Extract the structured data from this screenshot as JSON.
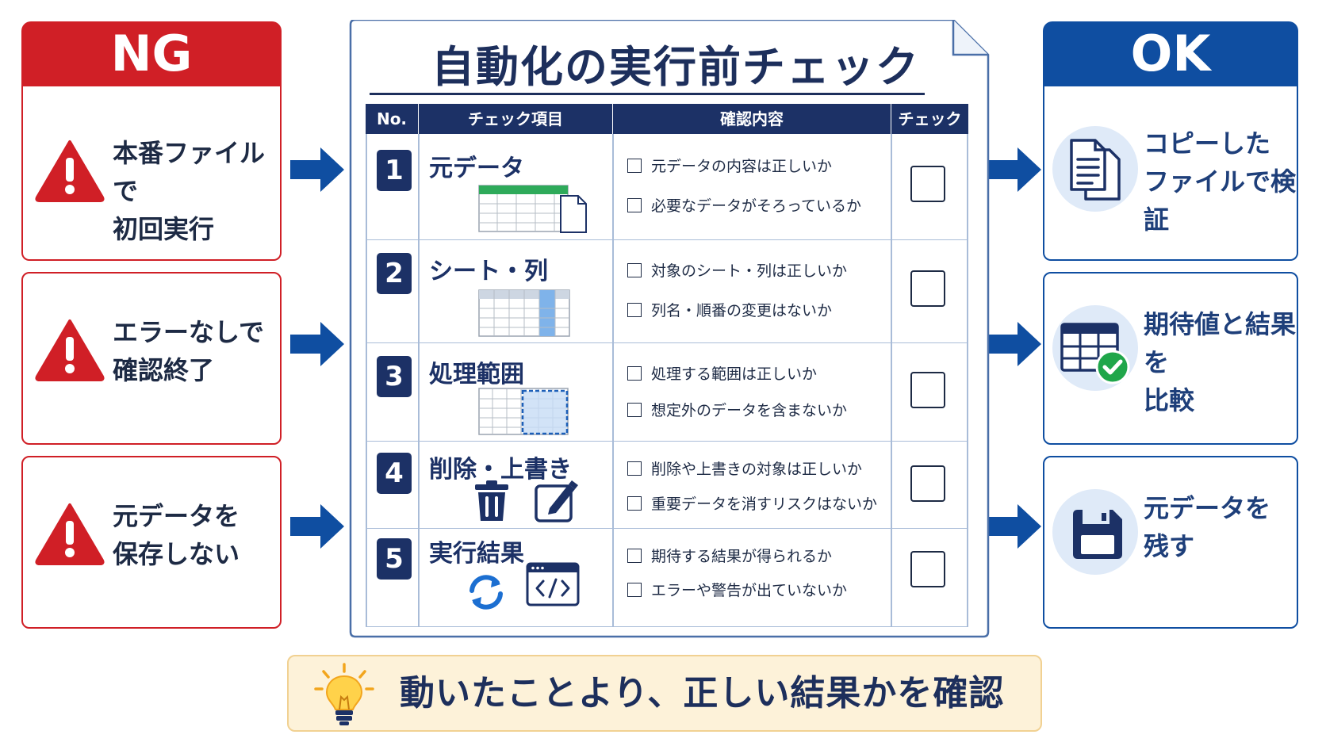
{
  "ng": {
    "header": "NG",
    "items": [
      {
        "text": "本番ファイルで\n初回実行"
      },
      {
        "text": "エラーなしで\n確認終了"
      },
      {
        "text": "元データを\n保存しない"
      }
    ]
  },
  "ok": {
    "header": "OK",
    "items": [
      {
        "text": "コピーした\nファイルで検証",
        "icon": "copy-files-icon"
      },
      {
        "text": "期待値と結果を\n比較",
        "icon": "table-check-icon"
      },
      {
        "text": "元データを\n残す",
        "icon": "save-icon"
      }
    ]
  },
  "checklist": {
    "title": "自動化の実行前チェック",
    "columns": [
      "No.",
      "チェック項目",
      "確認内容",
      "チェック"
    ],
    "rows": [
      {
        "no": "1",
        "label": "元データ",
        "checks": [
          "元データの内容は正しいか",
          "必要なデータがそろっているか"
        ]
      },
      {
        "no": "2",
        "label": "シート・列",
        "checks": [
          "対象のシート・列は正しいか",
          "列名・順番の変更はないか"
        ]
      },
      {
        "no": "3",
        "label": "処理範囲",
        "checks": [
          "処理する範囲は正しいか",
          "想定外のデータを含まないか"
        ]
      },
      {
        "no": "4",
        "label": "削除・上書き",
        "checks": [
          "削除や上書きの対象は正しいか",
          "重要データを消すリスクはないか"
        ]
      },
      {
        "no": "5",
        "label": "実行結果",
        "checks": [
          "期待する結果が得られるか",
          "エラーや警告が出ていないか"
        ]
      }
    ]
  },
  "banner": {
    "text": "動いたことより、正しい結果かを確認"
  },
  "colors": {
    "ng": "#d01f26",
    "ok": "#0f4ea1",
    "navy": "#1c3166",
    "banner_bg": "#fdf2d9"
  }
}
